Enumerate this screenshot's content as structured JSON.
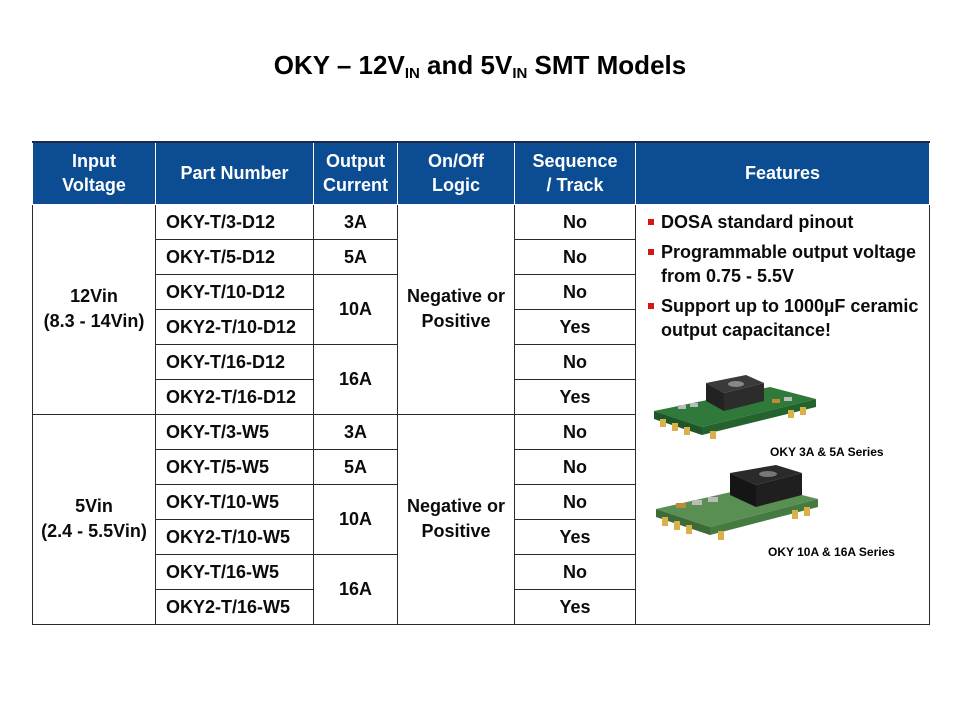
{
  "title": {
    "part1": "OKY – 12V",
    "sub1": "IN",
    "part2": " and 5V",
    "sub2": "IN",
    "part3": " SMT Models"
  },
  "table": {
    "headers": {
      "input_voltage": [
        "Input",
        "Voltage"
      ],
      "part_number": "Part Number",
      "output_current": [
        "Output",
        "Current"
      ],
      "onoff_logic": [
        "On/Off",
        "Logic"
      ],
      "sequence_track": [
        "Sequence",
        "/ Track"
      ],
      "features": "Features"
    },
    "groups": [
      {
        "voltage": "12Vin",
        "range": "(8.3 - 14Vin)",
        "logic": [
          "Negative or",
          "Positive"
        ],
        "parts": [
          "OKY-T/3-D12",
          "OKY-T/5-D12",
          "OKY-T/10-D12",
          "OKY2-T/10-D12",
          "OKY-T/16-D12",
          "OKY2-T/16-D12"
        ],
        "currents": [
          "3A",
          "5A",
          "10A",
          "16A"
        ],
        "sequence": [
          "No",
          "No",
          "No",
          "Yes",
          "No",
          "Yes"
        ]
      },
      {
        "voltage": "5Vin",
        "range": "(2.4 - 5.5Vin)",
        "logic": [
          "Negative or",
          "Positive"
        ],
        "parts": [
          "OKY-T/3-W5",
          "OKY-T/5-W5",
          "OKY-T/10-W5",
          "OKY2-T/10-W5",
          "OKY-T/16-W5",
          "OKY2-T/16-W5"
        ],
        "currents": [
          "3A",
          "5A",
          "10A",
          "16A"
        ],
        "sequence": [
          "No",
          "No",
          "No",
          "Yes",
          "No",
          "Yes"
        ]
      }
    ],
    "features": [
      [
        "DOSA standard pinout"
      ],
      [
        "Programmable output voltage",
        "from 0.75 - 5.5V"
      ],
      [
        "Support up to 1000µF ceramic",
        "output capacitance!"
      ]
    ],
    "captions": [
      "OKY 3A & 5A Series",
      "OKY 10A & 16A Series"
    ]
  },
  "colors": {
    "header_bg": "#0b4c93",
    "bullet": "#d01818"
  }
}
